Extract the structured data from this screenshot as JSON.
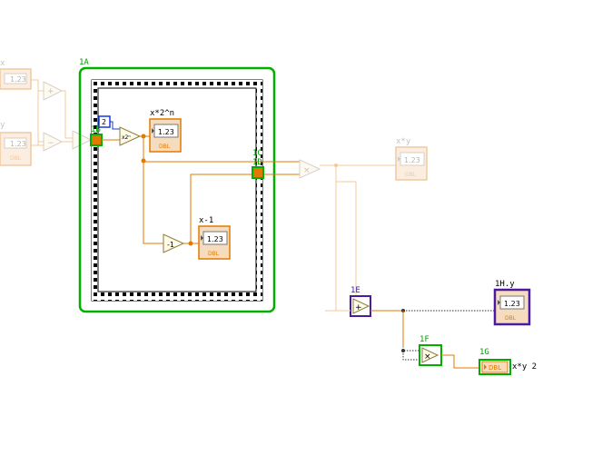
{
  "labels": {
    "frame": "1A",
    "input_tunnel": "1B",
    "output_tunnel_c": "1C",
    "output_tunnel_d": "1D",
    "add_node": "1E",
    "multiply_node": "1F",
    "output_node": "1G",
    "indicator_h": "1H"
  },
  "indicators": {
    "x_times_2n": "x*2^n",
    "x_minus_1": "x-1",
    "x_times_y": "x*y",
    "h_y": "1H.y",
    "x_times_y_2": "x*y 2"
  },
  "terminal": {
    "numeric_text": "1.23",
    "type_text": "DBL"
  },
  "constants": {
    "n_value": "2"
  },
  "functions": {
    "scale_by_power": "x2ⁿ",
    "decrement": "-1",
    "multiply": "×",
    "add": "+",
    "subtract": "−"
  },
  "faded_left": {
    "x_label": "x",
    "y_label": "y"
  },
  "colors": {
    "wire_orange": "#e07a00",
    "wire_faded": "#f4c89a",
    "frame_green": "#00b000",
    "highlight_purple": "#4a1aa0"
  }
}
